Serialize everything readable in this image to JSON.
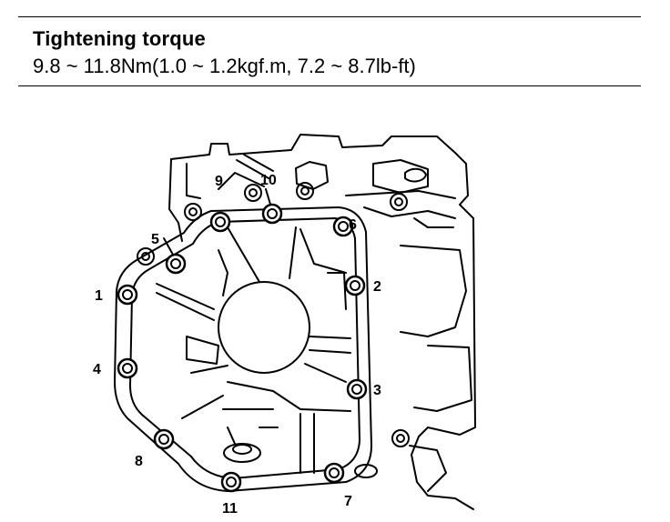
{
  "header": {
    "title": "Tightening torque",
    "value": "9.8 ~ 11.8Nm(1.0 ~ 1.2kgf.m, 7.2 ~ 8.7lb-ft)"
  },
  "diagram": {
    "bolts": [
      {
        "id": "1",
        "label": "1"
      },
      {
        "id": "2",
        "label": "2"
      },
      {
        "id": "3",
        "label": "3"
      },
      {
        "id": "4",
        "label": "4"
      },
      {
        "id": "5",
        "label": "5"
      },
      {
        "id": "6",
        "label": "6"
      },
      {
        "id": "7",
        "label": "7"
      },
      {
        "id": "8",
        "label": "8"
      },
      {
        "id": "9",
        "label": "9"
      },
      {
        "id": "10",
        "label": "10"
      },
      {
        "id": "11",
        "label": "11"
      }
    ]
  }
}
